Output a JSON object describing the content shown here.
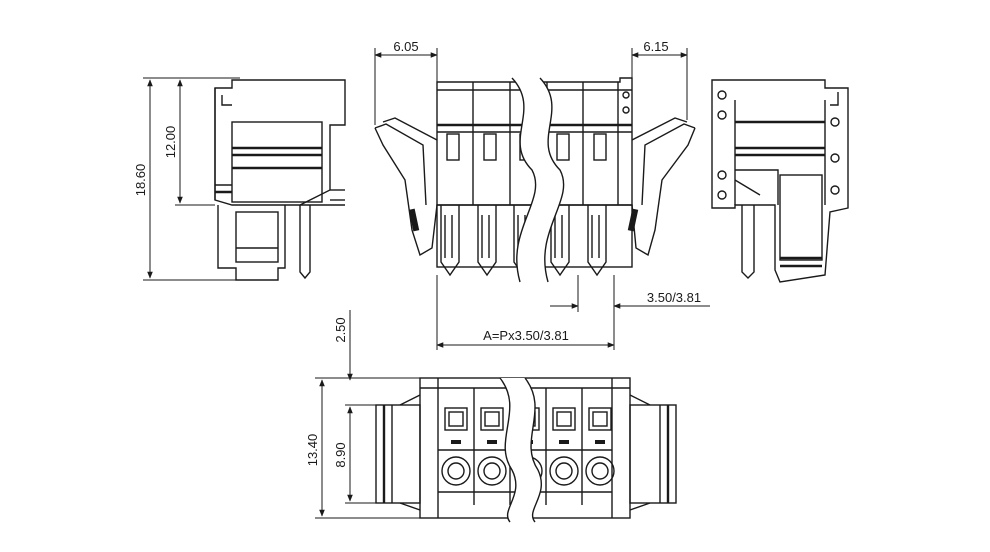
{
  "dimensions": {
    "left_overhang": "6.05",
    "right_overhang": "6.15",
    "total_height": "18.60",
    "upper_height": "12.00",
    "pitch": "3.50/3.81",
    "total_length": "A=Px3.50/3.81",
    "top_offset": "2.50",
    "bottom_height": "13.40",
    "inner_height": "8.90"
  },
  "colors": {
    "line": "#1a1a1a",
    "background": "#ffffff"
  }
}
